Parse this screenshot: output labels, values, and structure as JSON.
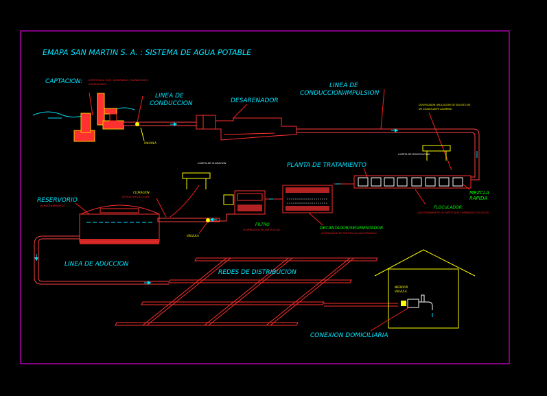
{
  "title": "EMAPA SAN MARTIN S. A. : SISTEMA DE AGUA POTABLE",
  "labels": {
    "captacion": "CAPTACION:",
    "captacion_note1": "-SUPERFICIAL: RIOS, QUEBRADAS Y MANANTIALES",
    "captacion_note2": "-SUBTERRANEA",
    "linea_conduccion_1": "LINEA  DE",
    "linea_conduccion_2": "CONDUCCION",
    "desarenador": "DESARENADOR",
    "linea_impulsion_1": "LINEA  DE",
    "linea_impulsion_2": "CONDUCCION/IMPULSION",
    "dosificador_note1": "DOSIFICADOR   APLICACION DE SULFATO DE",
    "dosificador_note2": "DE COAGULANTE  ALUMINIO",
    "caseta_dosificacion": "CASETA DE DOSIFICACION",
    "planta_tratamiento": "PLANTA  DE  TRATAMIENTO",
    "mezcla_rapida_1": "MEZCLA",
    "mezcla_rapida_2": "RAPIDA",
    "caseta_cloracion": "CASETA DE CLORACION",
    "cloracion_label": "CLORACION",
    "cloracion_note": "APLICACION DE CLORO",
    "reservorio": "RESERVORIO",
    "reservorio_note": "(ALMACENAMIENTO)",
    "filtro": "FILTRO",
    "filtro_note": "(ELIMINACION DE PARTICULAS)",
    "decantador": "DECANTADOR/SEDIMENTADOR",
    "decantador_note": "(ELIMINACION DE PARTICULAS AGLUTINADAS)",
    "floculador": "FLOCULADOR:",
    "floculador_note": "(AGLUTINAMIENTO DE PARTICULAS FORMANDO FLOCULOS)",
    "linea_aduccion": "LINEA  DE  ADUCCION",
    "redes_distribucion": "REDES  DE  DISTRIBUCION",
    "conexion_domiciliaria": "CONEXION  DOMICILIARIA",
    "valvula_1": "VALVULA",
    "valvula_2": "VALVULA",
    "valvula_3": "VALVULA",
    "medidor": "MEDIDOR"
  },
  "colors": {
    "background": "#000000",
    "border": "#ff00ff",
    "label_red": "#ff2020",
    "label_cyan": "#00e5ff",
    "label_green": "#00ff00",
    "label_yellow": "#ffff00",
    "pipe": "#ff4040",
    "structure": "#ff3030",
    "water": "#00e5ff",
    "house": "#ffff00"
  }
}
